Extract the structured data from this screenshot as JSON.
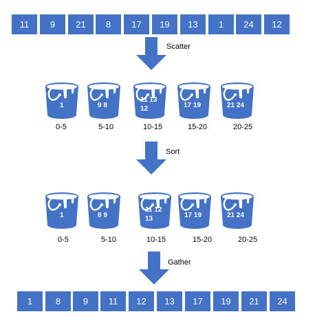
{
  "colors": {
    "cell_fill": "#4472c4",
    "bucket_fill": "#4472c4",
    "arrow_fill": "#4472c4",
    "cell_text": "#ffffff"
  },
  "input_array": [
    "11",
    "9",
    "21",
    "8",
    "17",
    "19",
    "13",
    "1",
    "24",
    "12"
  ],
  "steps": {
    "scatter": "Scatter",
    "sort": "Sort",
    "gather": "Gather"
  },
  "scatter_buckets": [
    {
      "range": "0-5",
      "lines": [
        "1"
      ]
    },
    {
      "range": "5-10",
      "lines": [
        "9 8"
      ]
    },
    {
      "range": "10-15",
      "lines": [
        "11 13",
        "12"
      ]
    },
    {
      "range": "15-20",
      "lines": [
        "17 19"
      ]
    },
    {
      "range": "20-25",
      "lines": [
        "21 24"
      ]
    }
  ],
  "sorted_buckets": [
    {
      "range": "0-5",
      "lines": [
        "1"
      ]
    },
    {
      "range": "5-10",
      "lines": [
        "8 9"
      ]
    },
    {
      "range": "10-15",
      "lines": [
        "11 12",
        "13"
      ]
    },
    {
      "range": "15-20",
      "lines": [
        "17 19"
      ]
    },
    {
      "range": "20-25",
      "lines": [
        "21 24"
      ]
    }
  ],
  "output_array": [
    "1",
    "8",
    "9",
    "11",
    "12",
    "13",
    "17",
    "19",
    "21",
    "24"
  ]
}
